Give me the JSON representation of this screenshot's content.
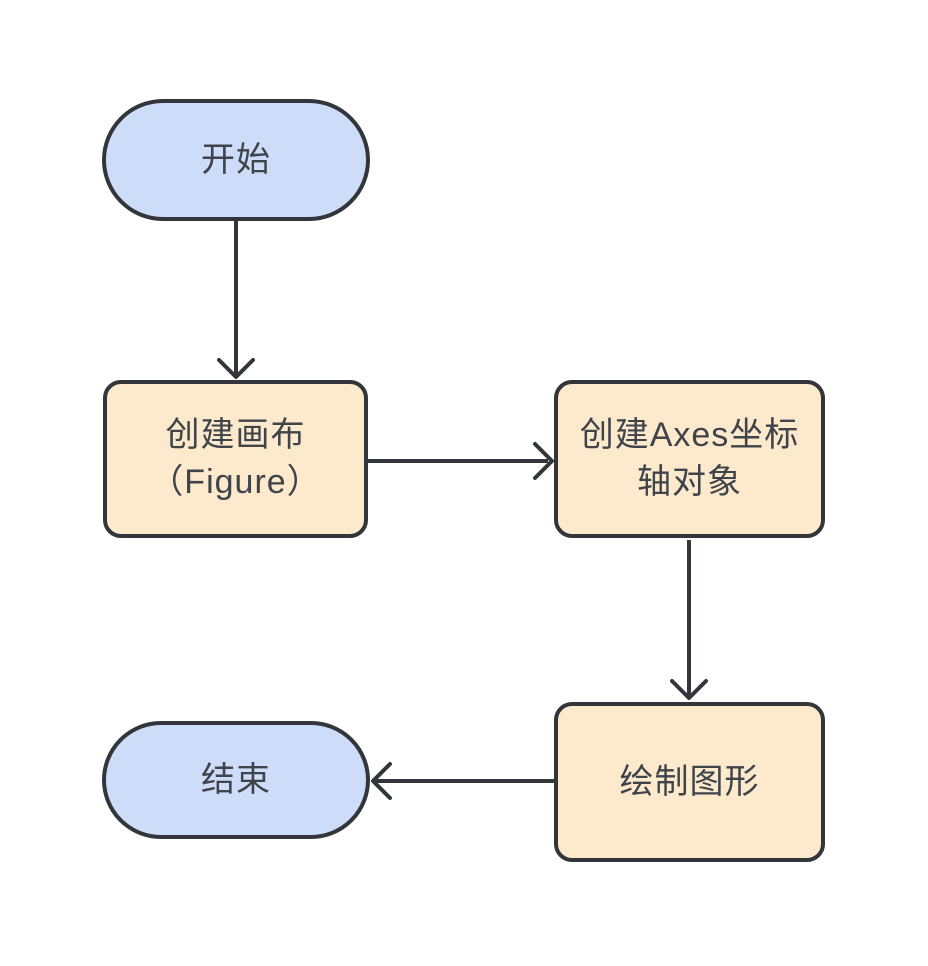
{
  "flow": {
    "nodes": [
      {
        "id": "start",
        "shape": "terminator",
        "lines": [
          "开始"
        ]
      },
      {
        "id": "create-figure",
        "shape": "process",
        "lines": [
          "创建画布",
          "（Figure）"
        ]
      },
      {
        "id": "create-axes",
        "shape": "process",
        "lines": [
          "创建Axes坐标",
          "轴对象"
        ]
      },
      {
        "id": "draw",
        "shape": "process",
        "lines": [
          "绘制图形"
        ]
      },
      {
        "id": "end",
        "shape": "terminator",
        "lines": [
          "结束"
        ]
      }
    ],
    "edges": [
      {
        "from": "start",
        "to": "create-figure",
        "direction": "down"
      },
      {
        "from": "create-figure",
        "to": "create-axes",
        "direction": "right"
      },
      {
        "from": "create-axes",
        "to": "draw",
        "direction": "down"
      },
      {
        "from": "draw",
        "to": "end",
        "direction": "left"
      }
    ]
  },
  "colors": {
    "terminator_fill": "#cddcf8",
    "process_fill": "#fdeacd",
    "node_border": "#323539",
    "text": "#3f434a",
    "arrow": "#323539",
    "background": "#ffffff"
  }
}
